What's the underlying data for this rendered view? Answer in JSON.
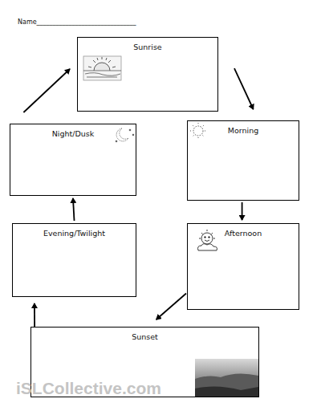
{
  "diagram": {
    "nodes": [
      {
        "text": [
          "Sunrise"
        ]
      },
      {
        "text": [
          "Morning"
        ]
      },
      {
        "text": [
          "Afternoon"
        ]
      },
      {
        "text": [
          "Sunset"
        ]
      },
      {
        "text": [
          "Evening/Twilight"
        ]
      },
      {
        "text": [
          "Night/Dusk"
        ]
      }
    ],
    "edges": [
      {
        "from": 0,
        "to": 1,
        "arrow": "to"
      },
      {
        "from": 1,
        "to": 2,
        "arrow": "to"
      },
      {
        "from": 2,
        "to": 3,
        "arrow": "to"
      },
      {
        "from": 3,
        "to": 4,
        "arrow": "to"
      },
      {
        "from": 4,
        "to": 5,
        "arrow": "to"
      },
      {
        "from": 5,
        "to": 0,
        "arrow": "to"
      }
    ],
    "labels": [
      "Name_______________________________",
      "iSLCollective.com"
    ]
  }
}
